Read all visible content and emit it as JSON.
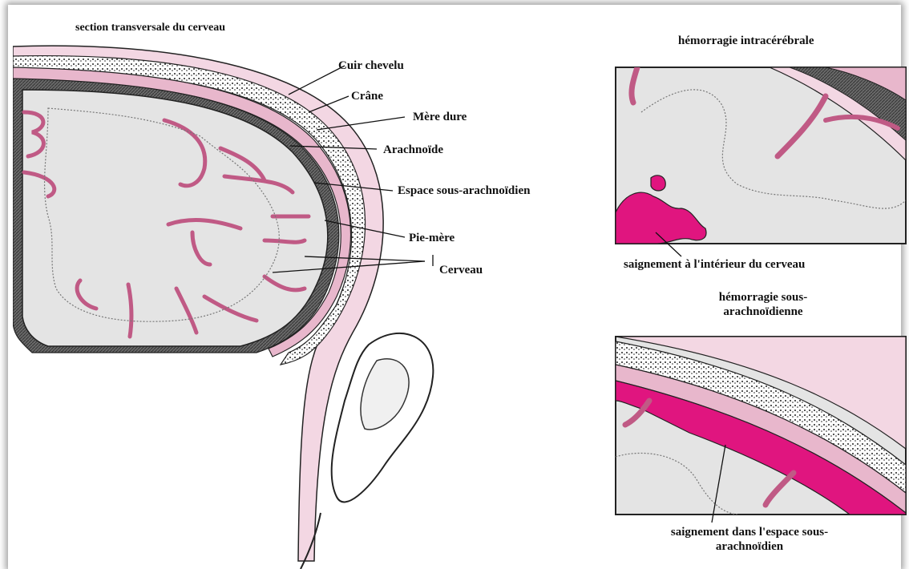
{
  "main_diagram": {
    "title": "section transversale du cerveau",
    "labels": {
      "scalp": "Cuir chevelu",
      "skull": "Crâne",
      "dura": "Mère dure",
      "arachnoid": "Arachnoïde",
      "subarachnoid_space": "Espace sous-arachnoïdien",
      "pia": "Pie-mère",
      "brain": "Cerveau"
    }
  },
  "panel_top": {
    "title": "hémorragie intracérébrale",
    "caption": "saignement à l'intérieur du cerveau"
  },
  "panel_bottom": {
    "title": "hémorragie sous-arachnoïdienne",
    "caption": "saignement dans l'espace sous-arachnoïdien"
  },
  "colors": {
    "brain_fill": "#e4e4e4",
    "membrane_pink": "#e8b7cc",
    "cortex_dark": "#555555",
    "hemorrhage": "#e0157f",
    "outline": "#222222"
  }
}
